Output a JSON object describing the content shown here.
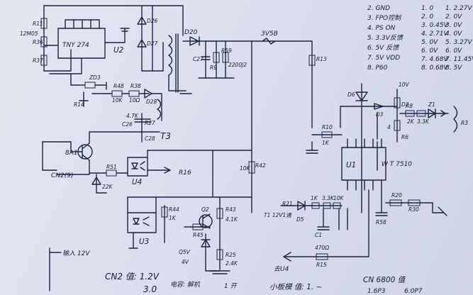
{
  "components": {
    "r11": "R11",
    "r36": "R36",
    "r37": "R37",
    "r12": "12M05",
    "ic_tny": "TNY 274",
    "u2": "U2",
    "d26": "D26",
    "d27": "D27",
    "d20": "D20",
    "c27": "C27",
    "r9": "R9",
    "r59": "R59",
    "v2200": "2200J2",
    "rail_label": "3V5B",
    "r13": "R13",
    "d6": "D6",
    "zd3": "ZD3",
    "r48": "R48",
    "r38": "R38",
    "v10k": "10K",
    "v100": "10Ω",
    "r14": "R14",
    "d28": "D28",
    "c26": "C26",
    "t3": "T3",
    "v4kw": "4.7K",
    "r27": "R27",
    "c28": "C28",
    "q_label": "8A1",
    "cn2": "CN2(9)",
    "r51": "R51",
    "v22k": "22K",
    "u4": "U4",
    "r16": "R16",
    "r42": "R42",
    "v10k2": "10K",
    "r44": "R44",
    "v1k": "1K",
    "q2": "Q2",
    "r45": "R45",
    "v41k": "4.1K",
    "r43": "R43",
    "v24k": "2.4K",
    "u3": "U3",
    "q55v": "Q5V",
    "v4v": "4V",
    "v10v": "10V",
    "d3": "D3",
    "d2": "D2",
    "z1": "Z1",
    "r8": "R8",
    "v2k": "2K",
    "v33k": "3.3K",
    "r6": "R6",
    "v4": "4",
    "r3": "R3",
    "r10": "R10",
    "v1k2": "1K",
    "ic_wt": "W T 7510",
    "u1": "U1",
    "t1": "T1 12V1通",
    "d5": "D5",
    "v1k3": "1K",
    "v33k2": "3.3K",
    "v10k3": "10K",
    "c1": "C1",
    "r20": "R20",
    "r30": "R30",
    "r15": "R15",
    "v470": "470Ω",
    "r21": "R21",
    "out_u4": "去U4",
    "r25": "R25",
    "r58": "R58"
  },
  "notes": {
    "pins_left": [
      "2. GND",
      "3. FPO控制",
      "4. PS ON",
      "5. 3.3V反馈",
      "6. 5V 反馈",
      "7. 5V VDD",
      "8. P60"
    ],
    "pins_right": [
      "1. 0",
      "1. 2.27V",
      "2. 0",
      "2. 0V",
      "3. 0.45V",
      "3. 0V",
      "4. 2.71V",
      "4. 0V",
      "5. 0V",
      "5. 3.27V",
      "6. 0V",
      "6. 0V",
      "7. 4.68V",
      "7. 11.45V",
      "8. 0.68V",
      "8. 5V"
    ],
    "bottom": [
      "输入 12V",
      "去U4",
      "CN2 值: 1.2V",
      "3.0",
      "电容: 解机",
      "1 开",
      "小板模 值: 1. ~",
      "CN 6800 值",
      "1.6P3",
      "6.0P7"
    ]
  }
}
